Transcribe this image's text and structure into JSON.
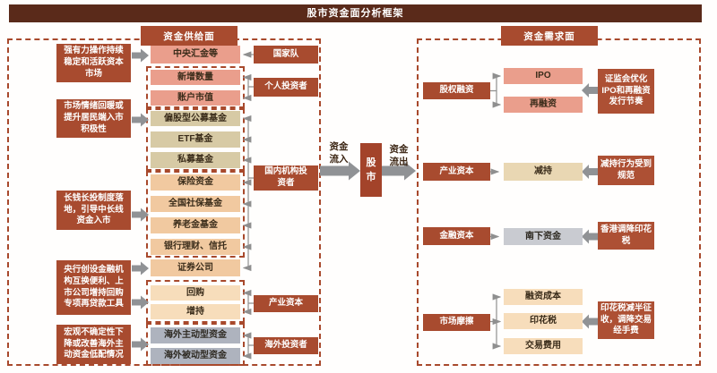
{
  "title": "股市资金面分析框架",
  "colors": {
    "title_bar": "#5a2a1a",
    "brick": "#a84b2f",
    "pink": "#ea9e8c",
    "tan": "#d7caa5",
    "peach": "#f1c9a0",
    "cream": "#f7ddbb",
    "tan_light": "#e9d7b3",
    "gray_blue": "#aeb3be",
    "gray_light": "#c9cbd1",
    "dash_border": "#a8492c",
    "arrow_gray": "#909295"
  },
  "supply": {
    "header": "资金供给面",
    "reasons": [
      "强有力操作持续稳定和活跃资本市场",
      "市场情绪回暖或提升居民端入市积极性",
      "长钱长投制度落地，引导中长线资金入市",
      "央行创设金融机构互换便利、上市公司增持回购专项再贷款工具",
      "宏观不确定性下降或改善海外主动资金低配情况"
    ],
    "channels": [
      "中央汇金等",
      "新增数量",
      "账户市值",
      "偏股型公募基金",
      "ETF基金",
      "私募基金",
      "保险资金",
      "全国社保基金",
      "养老金基金",
      "银行理财、信托",
      "证券公司",
      "回购",
      "增持",
      "海外主动型资金",
      "海外被动型资金"
    ],
    "investors": [
      "国家队",
      "个人投资者",
      "国内机构投资者",
      "产业资本",
      "海外投资者"
    ]
  },
  "center": {
    "inflow_label": "资金流入",
    "market": "股市",
    "outflow_label": "资金流出"
  },
  "demand": {
    "header": "资金需求面",
    "categories": [
      "股权融资",
      "产业资本",
      "金融资本",
      "市场摩擦"
    ],
    "items": [
      "IPO",
      "再融资",
      "减持",
      "南下资金",
      "融资成本",
      "印花税",
      "交易费用"
    ],
    "notes": [
      "证监会优化IPO和再融资发行节奏",
      "减持行为受到规范",
      "香港调降印花税",
      "印花税减半征收，调降交易经手费"
    ]
  }
}
